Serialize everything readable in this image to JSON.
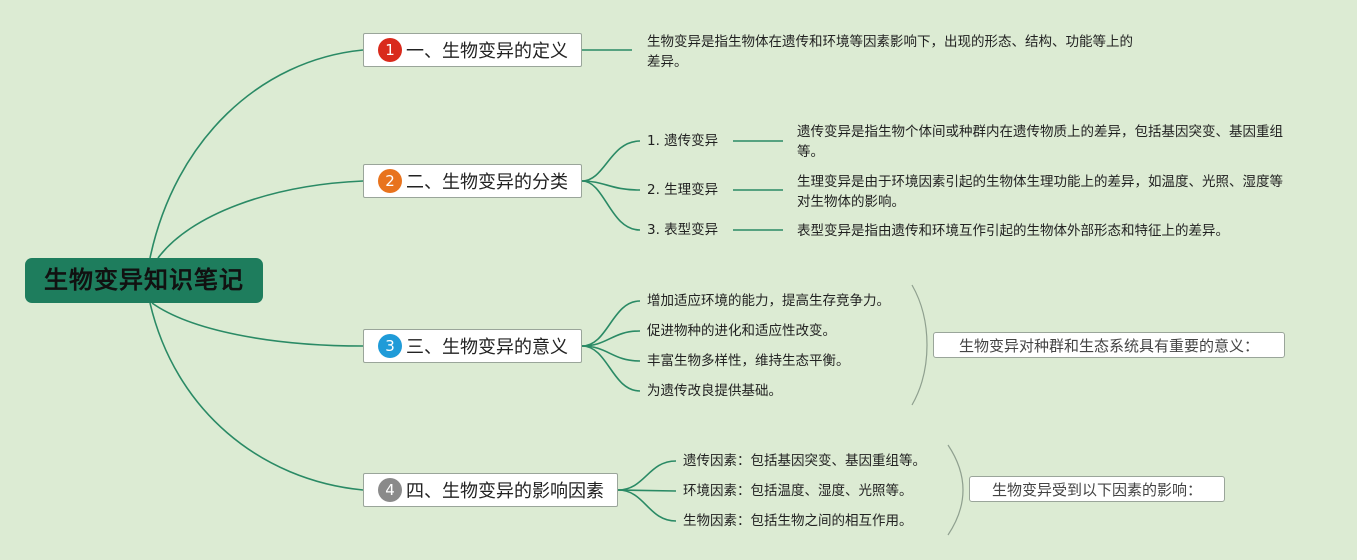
{
  "root": {
    "label": "生物变异知识笔记"
  },
  "colors": {
    "background": "#dcebd3",
    "connector": "#2a8a65",
    "root_fill": "#1e7d5d",
    "badge_1": "#d92a1c",
    "badge_2": "#e8731d",
    "badge_3": "#1f9bd8",
    "badge_4": "#8a8a8a"
  },
  "topics": [
    {
      "number": "1",
      "label": "一、生物变异的定义",
      "definition": "生物变异是指生物体在遗传和环境等因素影响下，出现的形态、结构、功能等上的差异。"
    },
    {
      "number": "2",
      "label": "二、生物变异的分类",
      "items": [
        {
          "label": "1. 遗传变异",
          "detail": "遗传变异是指生物个体间或种群内在遗传物质上的差异，包括基因突变、基因重组等。"
        },
        {
          "label": "2. 生理变异",
          "detail": "生理变异是由于环境因素引起的生物体生理功能上的差异，如温度、光照、湿度等对生物体的影响。"
        },
        {
          "label": "3. 表型变异",
          "detail": "表型变异是指由遗传和环境互作引起的生物体外部形态和特征上的差异。"
        }
      ]
    },
    {
      "number": "3",
      "label": "三、生物变异的意义",
      "items": [
        "增加适应环境的能力，提高生存竞争力。",
        "促进物种的进化和适应性改变。",
        "丰富生物多样性，维持生态平衡。",
        "为遗传改良提供基础。"
      ],
      "summary": "生物变异对种群和生态系统具有重要的意义："
    },
    {
      "number": "4",
      "label": "四、生物变异的影响因素",
      "items": [
        "遗传因素：包括基因突变、基因重组等。",
        "环境因素：包括温度、湿度、光照等。",
        "生物因素：包括生物之间的相互作用。"
      ],
      "summary": "生物变异受到以下因素的影响："
    }
  ]
}
